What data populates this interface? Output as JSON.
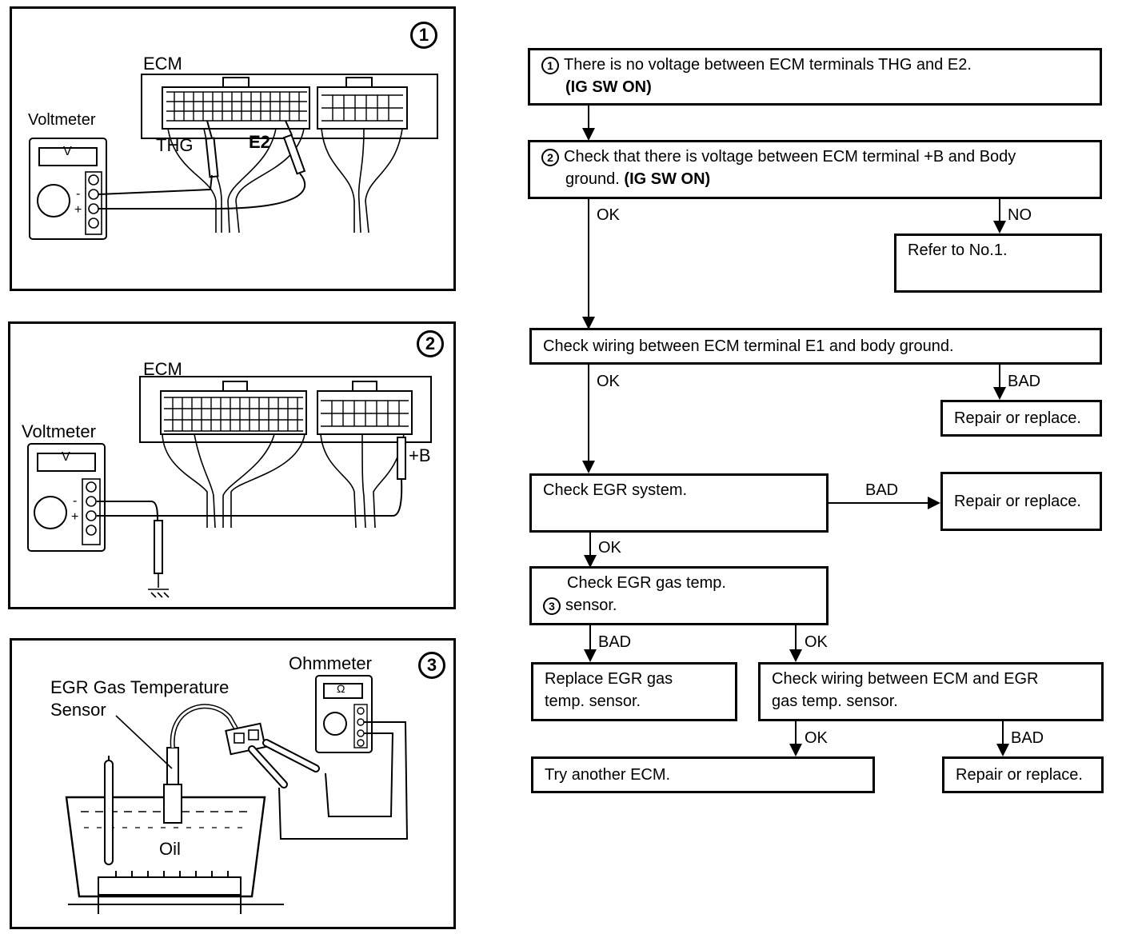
{
  "panels": [
    {
      "number": "1",
      "ecm_label": "ECM",
      "meter_label": "Voltmeter",
      "meter_symbol": "V",
      "pin_a": "THG",
      "pin_b": "E2"
    },
    {
      "number": "2",
      "ecm_label": "ECM",
      "meter_label": "Voltmeter",
      "meter_symbol": "V",
      "pin_a": "+B"
    },
    {
      "number": "3",
      "sensor_label_1": "EGR Gas Temperature",
      "sensor_label_2": "Sensor",
      "meter_label": "Ohmmeter",
      "meter_symbol": "Ω",
      "bath_label": "Oil"
    }
  ],
  "flow": {
    "step1": {
      "num": "1",
      "text": "There is no voltage between ECM terminals THG and E2.",
      "bold": "(IG SW ON)"
    },
    "step2": {
      "num": "2",
      "text": "Check that there is voltage between ECM terminal +B and Body",
      "text2": "ground.",
      "bold": "(IG SW ON)"
    },
    "refer": "Refer to No.1.",
    "wiring_e1": "Check wiring between ECM terminal E1 and body ground.",
    "repair1": "Repair or replace.",
    "egr_system": "Check EGR system.",
    "repair2": "Repair or replace.",
    "step3": {
      "num": "3",
      "text": "Check EGR gas temp.",
      "text2": "sensor."
    },
    "replace_sensor": {
      "line1": "Replace EGR gas",
      "line2": "temp. sensor."
    },
    "wiring_egr": {
      "line1": "Check wiring between ECM and EGR",
      "line2": "gas temp. sensor."
    },
    "try_ecm": "Try another ECM.",
    "repair3": "Repair or replace.",
    "labels": {
      "ok": "OK",
      "no": "NO",
      "bad": "BAD"
    }
  }
}
